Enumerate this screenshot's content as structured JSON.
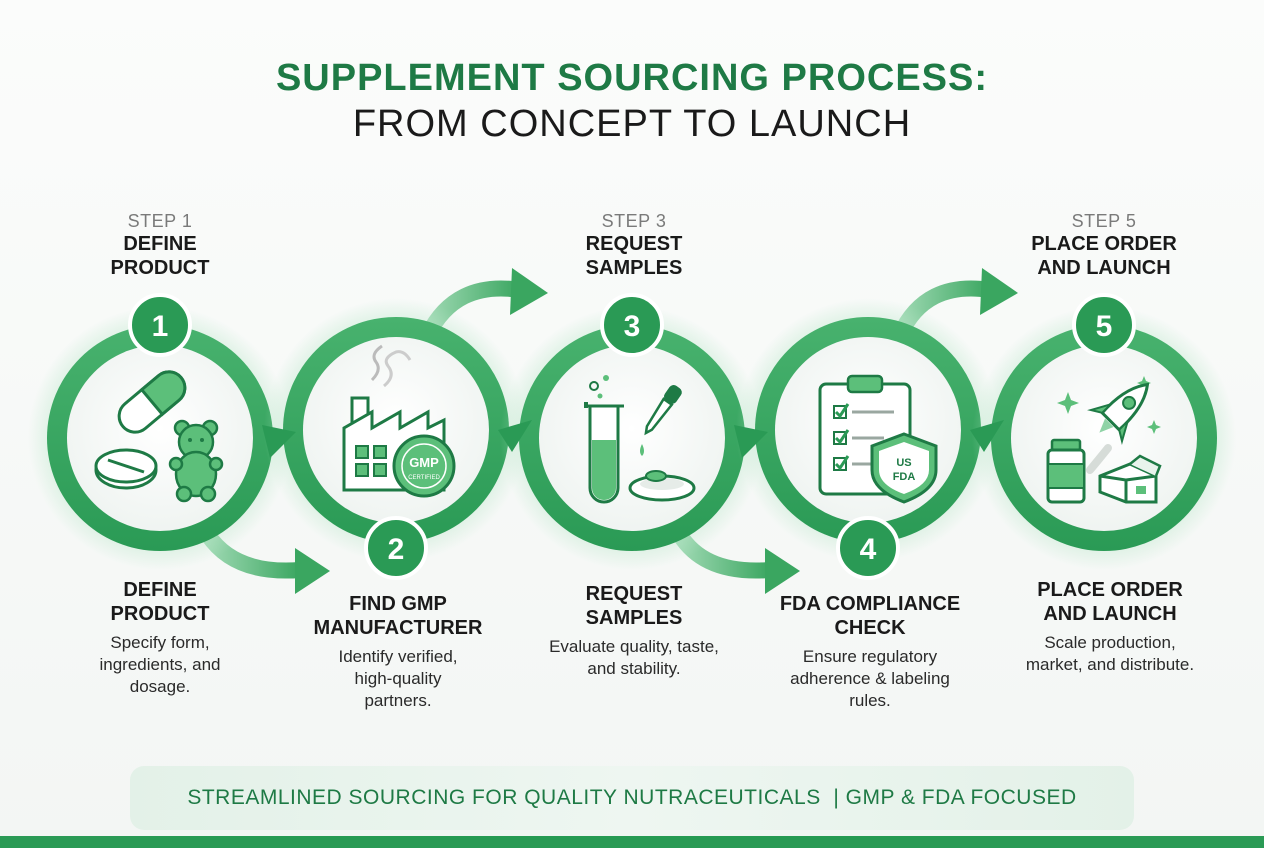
{
  "title": {
    "line1": "SUPPLEMENT SOURCING PROCESS:",
    "line2": "FROM CONCEPT TO LAUNCH"
  },
  "steps": [
    {
      "number": "1",
      "step_label": "STEP 1",
      "head_name": "DEFINE PRODUCT",
      "desc_title": "DEFINE PRODUCT",
      "desc": "Specify form, ingredients, and dosage."
    },
    {
      "number": "2",
      "desc_title": "FIND GMP MANUFACTURER",
      "desc": "Identify verified, high-quality partners.",
      "badge_text": "GMP",
      "badge_sub": "CERTIFIED"
    },
    {
      "number": "3",
      "step_label": "STEP 3",
      "head_name": "REQUEST SAMPLES",
      "desc_title": "REQUEST SAMPLES",
      "desc": "Evaluate quality, taste, and stability."
    },
    {
      "number": "4",
      "desc_title": "FDA COMPLIANCE CHECK",
      "desc": "Ensure regulatory adherence & labeling rules.",
      "shield_line1": "US",
      "shield_line2": "FDA"
    },
    {
      "number": "5",
      "step_label": "STEP 5",
      "head_name": "PLACE ORDER AND LAUNCH",
      "desc_title": "PLACE ORDER AND LAUNCH",
      "desc": "Scale production, market, and distribute."
    }
  ],
  "banner": "STREAMLINED SOURCING FOR QUALITY NUTRACEUTICALS  | GMP & FDA FOCUSED",
  "colors": {
    "brand_green": "#1e7a45",
    "accent_green": "#2a9a55",
    "light_green": "#5cbf7a",
    "ring_green": "#3aa660"
  }
}
